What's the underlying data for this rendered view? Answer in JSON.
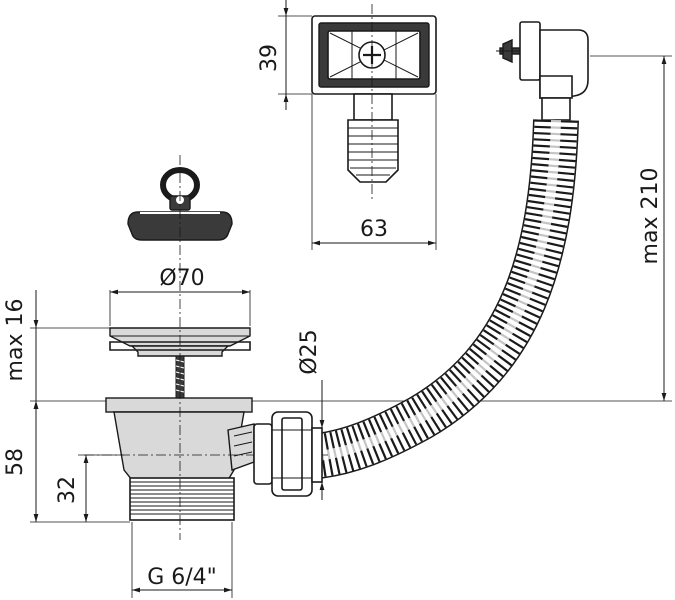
{
  "dimensions": {
    "overflow_width": "39",
    "overflow_length": "63",
    "hose_length": "max 210",
    "flange_diameter": "Ø70",
    "plug_height": "max 16",
    "hose_diameter": "Ø25",
    "body_height": "58",
    "thread_height": "32",
    "thread_size": "G 6/4\""
  },
  "colors": {
    "line": "#1a1a1a",
    "metal": "#d9d9d9",
    "rubber": "#3a3a3a"
  }
}
